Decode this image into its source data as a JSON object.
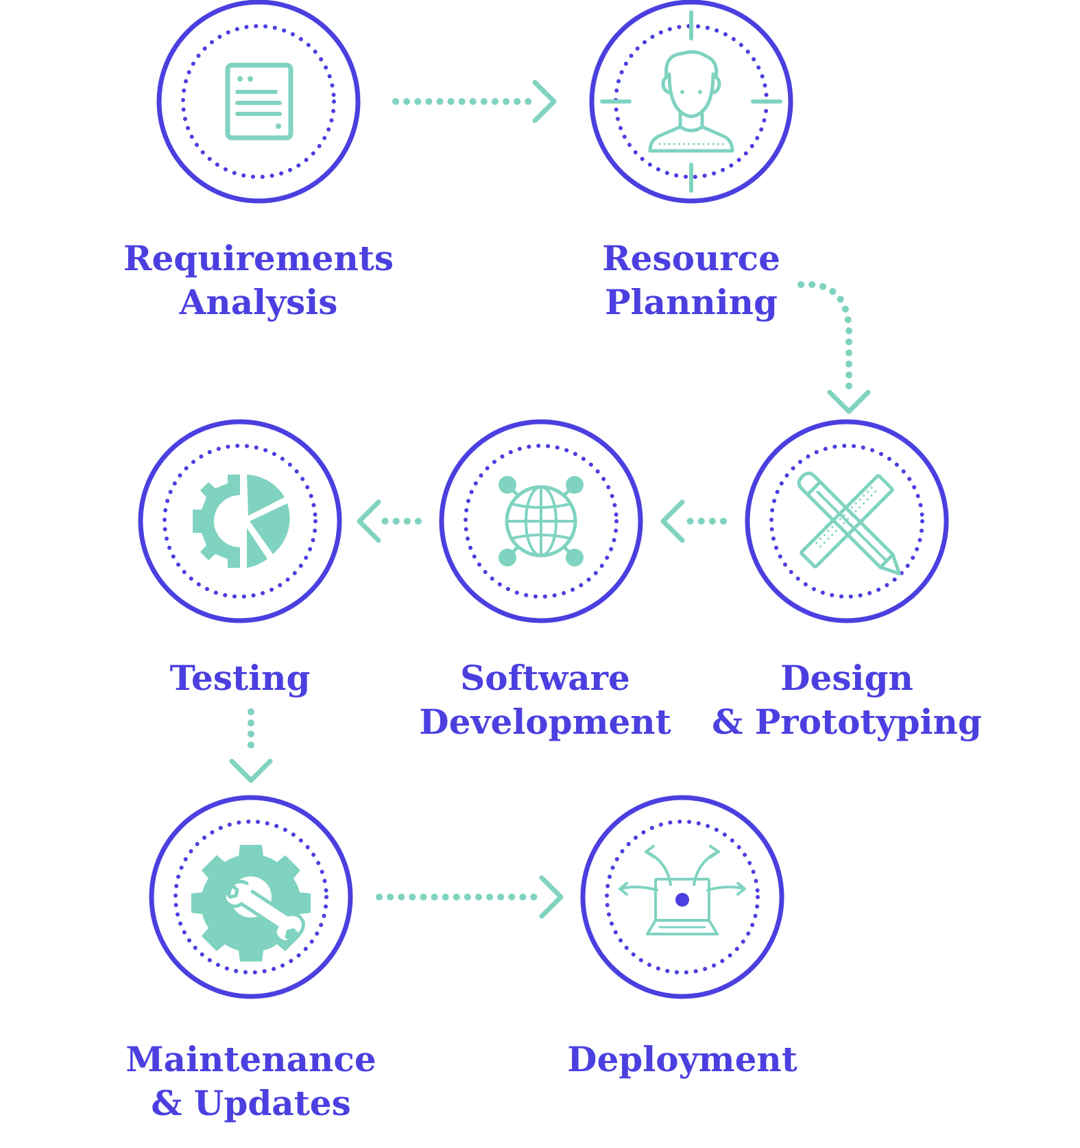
{
  "colors": {
    "ring": "#4b3fe0",
    "accent": "#7fd3c0",
    "label": "#4b3fe0",
    "background": "#ffffff"
  },
  "steps": [
    {
      "id": "requirements",
      "icon": "document-icon",
      "line1": "Requirements",
      "line2": "Analysis"
    },
    {
      "id": "resource",
      "icon": "person-target-icon",
      "line1": "Resource",
      "line2": "Planning"
    },
    {
      "id": "design",
      "icon": "pencil-ruler-icon",
      "line1": "Design",
      "line2": "& Prototyping"
    },
    {
      "id": "software",
      "icon": "globe-network-icon",
      "line1": "Software",
      "line2": "Development"
    },
    {
      "id": "testing",
      "icon": "gear-chart-icon",
      "line1": "Testing",
      "line2": ""
    },
    {
      "id": "maintenance",
      "icon": "gear-wrench-icon",
      "line1": "Maintenance",
      "line2": "& Updates"
    },
    {
      "id": "deployment",
      "icon": "laptop-arrows-icon",
      "line1": "Deployment",
      "line2": ""
    }
  ],
  "arrows": [
    {
      "from": "requirements",
      "to": "resource"
    },
    {
      "from": "resource",
      "to": "design"
    },
    {
      "from": "design",
      "to": "software"
    },
    {
      "from": "software",
      "to": "testing"
    },
    {
      "from": "testing",
      "to": "maintenance"
    },
    {
      "from": "maintenance",
      "to": "deployment"
    }
  ]
}
